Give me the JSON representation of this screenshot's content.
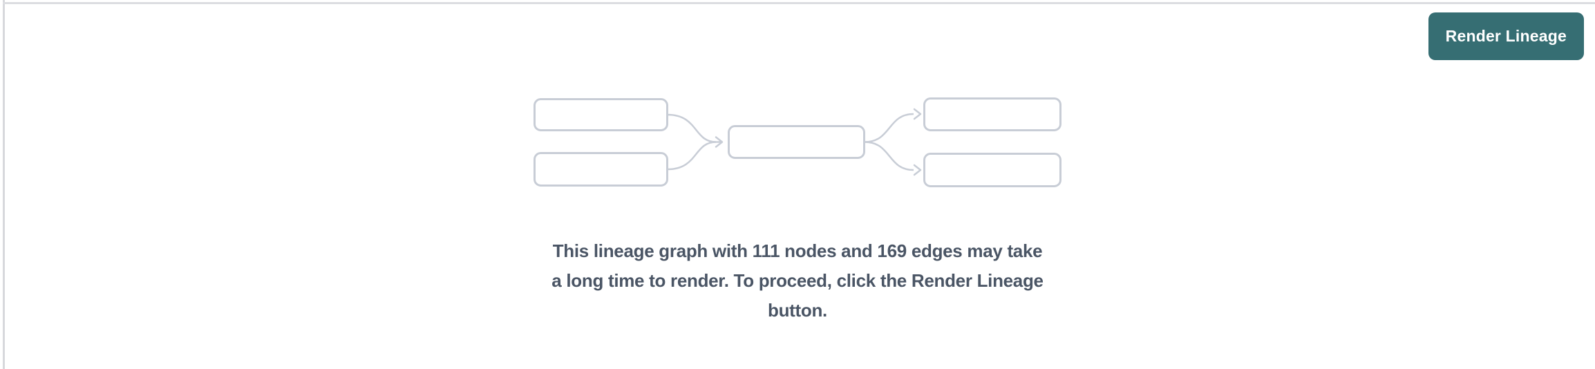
{
  "page": {
    "background_color": "#ffffff",
    "divider_color": "#d8d9dd"
  },
  "toolbar": {
    "render_button_label": "Render Lineage",
    "render_button_color": "#366e73",
    "render_button_text_color": "#ffffff"
  },
  "empty_state": {
    "illustration": {
      "name": "lineage-graph-placeholder",
      "box_count": 5,
      "box_border_color": "#c8cdd6",
      "arrow_color": "#c8cdd6"
    },
    "node_count": "111",
    "edge_count": "169",
    "message_full": "This lineage graph with 111 nodes and 169 edges may take a long time to render. To proceed, click the Render Lineage button.",
    "message_lines": {
      "0": "This lineage graph with 111 nodes and 169 edges may take",
      "1": "a long time to render. To proceed, click the Render Lineage",
      "2": "button."
    },
    "message_text_color": "#4a5565"
  }
}
